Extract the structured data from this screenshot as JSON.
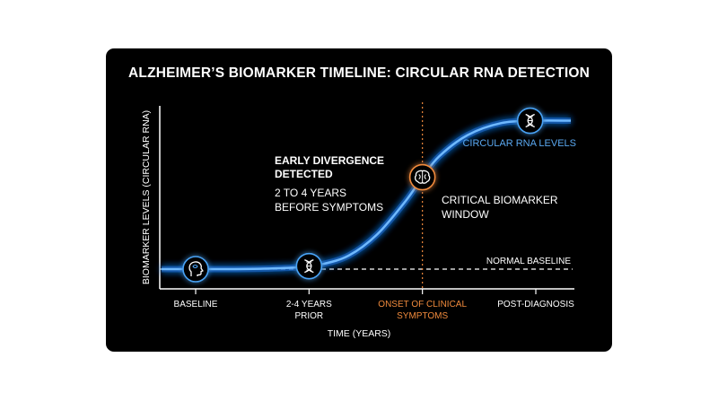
{
  "chart_data": {
    "type": "line",
    "title": "ALZHEIMER’S BIOMARKER TIMELINE: CIRCULAR RNA DETECTION",
    "xlabel": "TIME (YEARS)",
    "ylabel": "BIOMARKER LEVELS (CIRCULAR RNA)",
    "x_ticks": [
      {
        "lines": [
          "BASELINE"
        ],
        "highlight": false
      },
      {
        "lines": [
          "2-4 YEARS",
          "PRIOR"
        ],
        "highlight": false
      },
      {
        "lines": [
          "ONSET OF CLINICAL",
          "SYMPTOMS"
        ],
        "highlight": true
      },
      {
        "lines": [
          "POST-DIAGNOSIS"
        ],
        "highlight": false
      }
    ],
    "xlim": [
      0,
      3
    ],
    "ylim": [
      0,
      1
    ],
    "series": [
      {
        "name": "CIRCULAR RNA LEVELS",
        "color": "#4aa3f5",
        "x": [
          0,
          0.3,
          0.6,
          0.9,
          1.1,
          1.35,
          1.6,
          1.85,
          2.0,
          2.15,
          2.4,
          2.7,
          3.0
        ],
        "y": [
          0.0,
          0.0,
          0.003,
          0.012,
          0.03,
          0.09,
          0.23,
          0.45,
          0.61,
          0.75,
          0.89,
          0.97,
          0.985
        ]
      }
    ],
    "reference_lines": {
      "normal_baseline": {
        "label": "NORMAL BASELINE",
        "y": 0.0,
        "color": "#ffffff"
      },
      "onset": {
        "x": 2.0,
        "color": "#f08a3c"
      }
    },
    "annotations": {
      "divergence_heading": [
        "EARLY DIVERGENCE",
        "DETECTED"
      ],
      "divergence_detail": [
        "2 TO 4 YEARS",
        "BEFORE SYMPTOMS"
      ],
      "window": [
        "CRITICAL BIOMARKER",
        "WINDOW"
      ]
    },
    "markers": [
      {
        "icon": "head-icon",
        "x": 0.0,
        "y": 0.0,
        "color": "#4aa3f5"
      },
      {
        "icon": "dna-icon",
        "x": 1.0,
        "y": 0.02,
        "color": "#4aa3f5"
      },
      {
        "icon": "brain-icon",
        "x": 2.0,
        "y": 0.61,
        "color": "#f08a3c"
      },
      {
        "icon": "dna-icon",
        "x": 2.95,
        "y": 0.985,
        "color": "#4aa3f5"
      }
    ],
    "grid": false,
    "legend": "none"
  }
}
